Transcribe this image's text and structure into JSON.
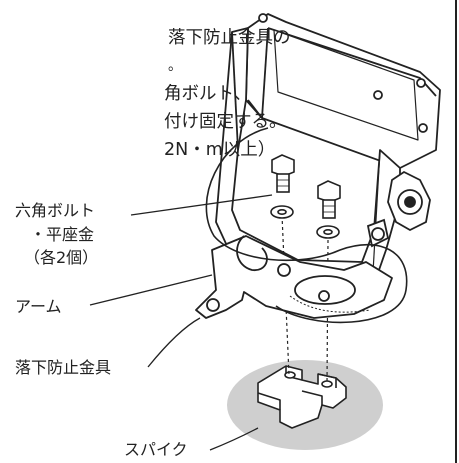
{
  "instructions": {
    "line1": "落下防止金具の",
    "line2": "。",
    "line3": "角ボルト、",
    "line4": "付け固定する。",
    "line5": "2N・m以上）"
  },
  "labels": {
    "bolt_line1": "六角ボルト",
    "bolt_line2": "・平座金",
    "bolt_line3": "（各2個）",
    "arm": "アーム",
    "fall_bracket": "落下防止金具",
    "spike": "スパイク"
  }
}
